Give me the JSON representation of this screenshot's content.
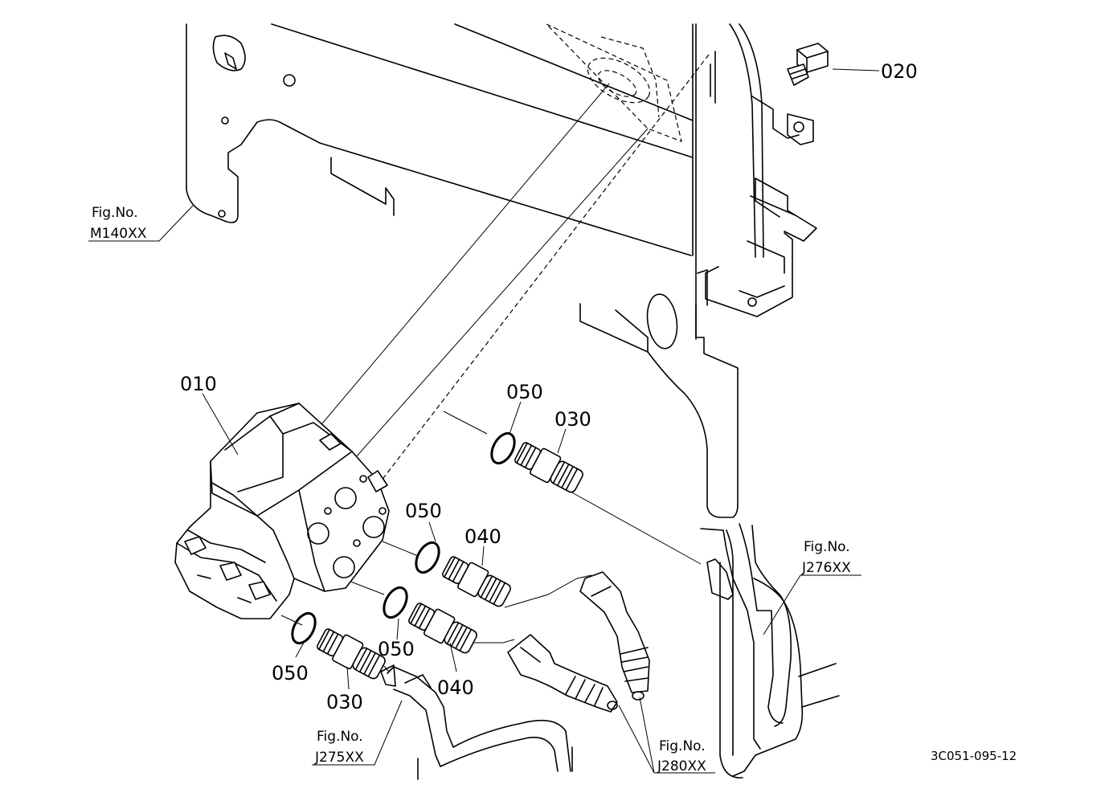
{
  "diagram_code": "3C051-095-12",
  "parts": {
    "p010": "010",
    "p020": "020",
    "p030_top": "030",
    "p030_bottom": "030",
    "p040_mid": "040",
    "p040_low": "040",
    "p050_top": "050",
    "p050_mid": "050",
    "p050_low": "050",
    "p050_left": "050"
  },
  "references": {
    "m140": {
      "label": "Fig.No.",
      "code": "M140XX"
    },
    "j276": {
      "label": "Fig.No.",
      "code": "J276XX"
    },
    "j275": {
      "label": "Fig.No.",
      "code": "J275XX"
    },
    "j280": {
      "label": "Fig.No.",
      "code": "J280XX"
    }
  }
}
